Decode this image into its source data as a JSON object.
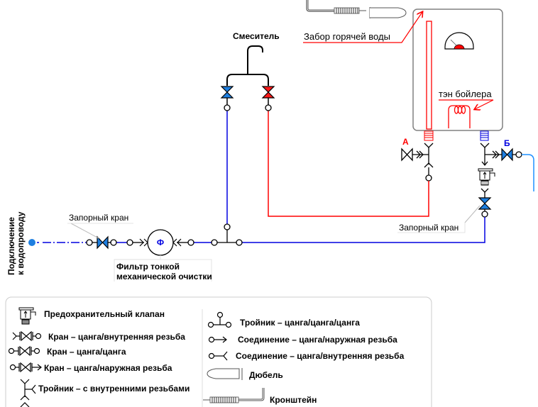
{
  "diagram": {
    "colors": {
      "cold": "#0000e0",
      "cold_light": "#1e90ff",
      "hot": "#ff0000",
      "valve_blue": "#1e7fe0",
      "valve_red": "#ff1a1a",
      "stroke": "#000000",
      "leader": "#bbbbbb",
      "boiler_border": "#808080"
    },
    "labels": {
      "inlet": [
        "Подключение",
        "к водопроводу"
      ],
      "shutoff_valve_left": "Запорный кран",
      "filter_symbol": "Ф",
      "filter": [
        "Фильтр тонкой",
        "механической очистки"
      ],
      "mixer": "Смеситель",
      "hot_intake": "Забор горячей воды",
      "heater": "тэн бойлера",
      "outlet_a": "А",
      "outlet_b": "Б",
      "shutoff_valve_right": "Запорный кран"
    },
    "legend": {
      "left": [
        {
          "icon": "safety-valve-icon",
          "label": "Предохранительный клапан"
        },
        {
          "icon": "valve-collet-internal-thread-icon",
          "label": "Кран – цанга/внутренняя резьба"
        },
        {
          "icon": "valve-collet-collet-icon",
          "label": "Кран – цанга/цанга"
        },
        {
          "icon": "valve-collet-external-thread-icon",
          "label": "Кран – цанга/наружная резьба"
        },
        {
          "icon": "tee-internal-threads-icon",
          "label": "Тройник – с внутренними резьбами"
        }
      ],
      "right": [
        {
          "icon": "tee-collet-icon",
          "label": "Тройник – цанга/цанга/цанга"
        },
        {
          "icon": "connector-external-thread-icon",
          "label": "Соединение – цанга/наружная резьба"
        },
        {
          "icon": "connector-internal-thread-icon",
          "label": "Соединение – цанга/внутренняя резьба"
        },
        {
          "icon": "dowel-icon",
          "label": "Дюбель"
        },
        {
          "icon": "bracket-icon",
          "label": "Кронштейн"
        }
      ]
    }
  }
}
